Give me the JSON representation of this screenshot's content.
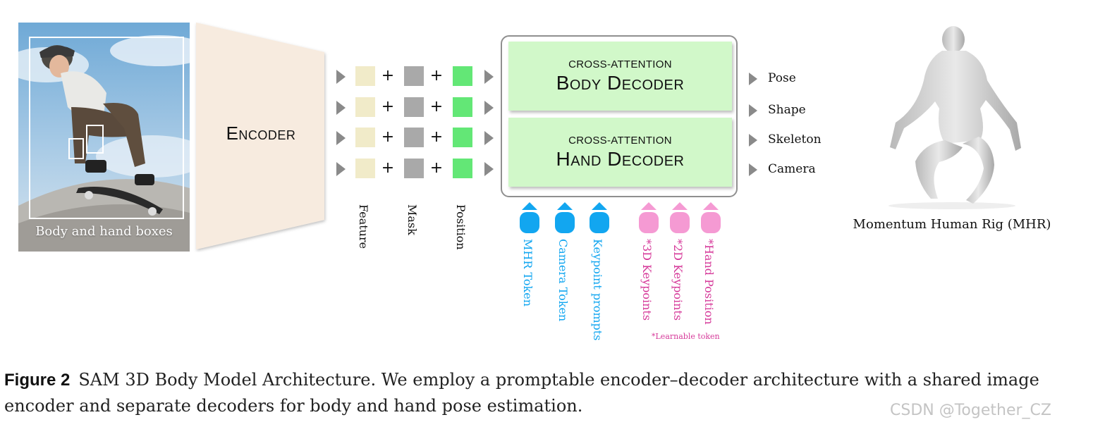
{
  "photo": {
    "label": "Body and hand boxes"
  },
  "encoder": {
    "label": "Encoder"
  },
  "token_columns": [
    "Feature",
    "Mask",
    "Position"
  ],
  "decoders": [
    {
      "subtitle": "CROSS-ATTENTION",
      "title": "Body Decoder"
    },
    {
      "subtitle": "CROSS-ATTENTION",
      "title": "Hand Decoder"
    }
  ],
  "prompt_tokens": [
    {
      "label": "MHR Token",
      "color": "#12a6f0"
    },
    {
      "label": "Camera Token",
      "color": "#12a6f0"
    },
    {
      "label": "Keypoint prompts",
      "color": "#12a6f0"
    },
    {
      "label": "*3D Keypoints",
      "color": "#f59ad3"
    },
    {
      "label": "*2D Keypoints",
      "color": "#f59ad3"
    },
    {
      "label": "*Hand Position",
      "color": "#f59ad3"
    }
  ],
  "learnable_note": "*Learnable token",
  "outputs": [
    "Pose",
    "Shape",
    "Skeleton",
    "Camera"
  ],
  "mhr": {
    "label": "Momentum Human Rig (MHR)"
  },
  "caption": {
    "figure": "Figure 2",
    "text": "SAM 3D Body Model Architecture. We employ a promptable encoder–decoder architecture with a shared image encoder and separate decoders for body and hand pose estimation."
  },
  "watermark": "CSDN @Together_CZ"
}
